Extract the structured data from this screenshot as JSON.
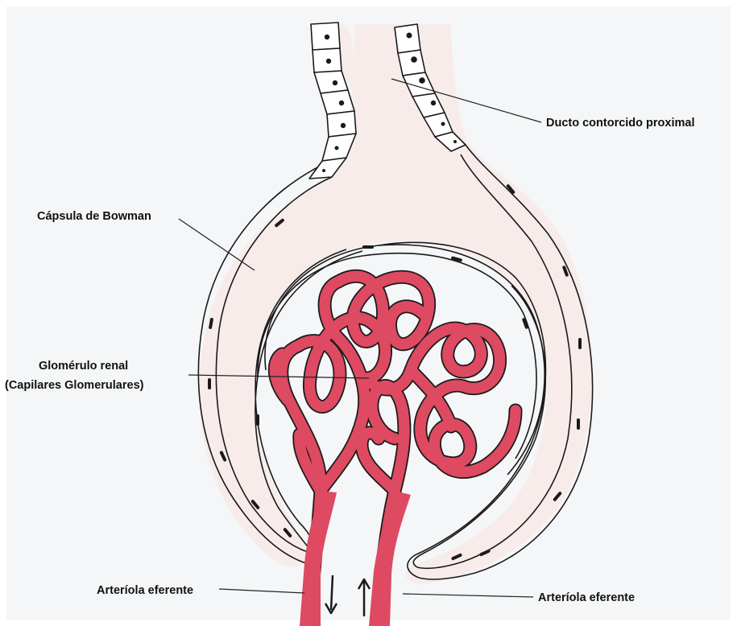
{
  "labels": {
    "proximal": "Ducto contorcido proximal",
    "bowman": "Cápsula de Bowman",
    "glomerulo_line1": "Glomérulo renal",
    "glomerulo_line2": "(Capilares Glomerulares)",
    "arteriola_left": "Arteríola eferente",
    "arteriola_right": "Arteríola eferente"
  },
  "colors": {
    "background": "#f4f6f8",
    "capsule_fill": "#f7ecea",
    "vessel": "#dd4a61",
    "outline": "#1a1a1a"
  }
}
